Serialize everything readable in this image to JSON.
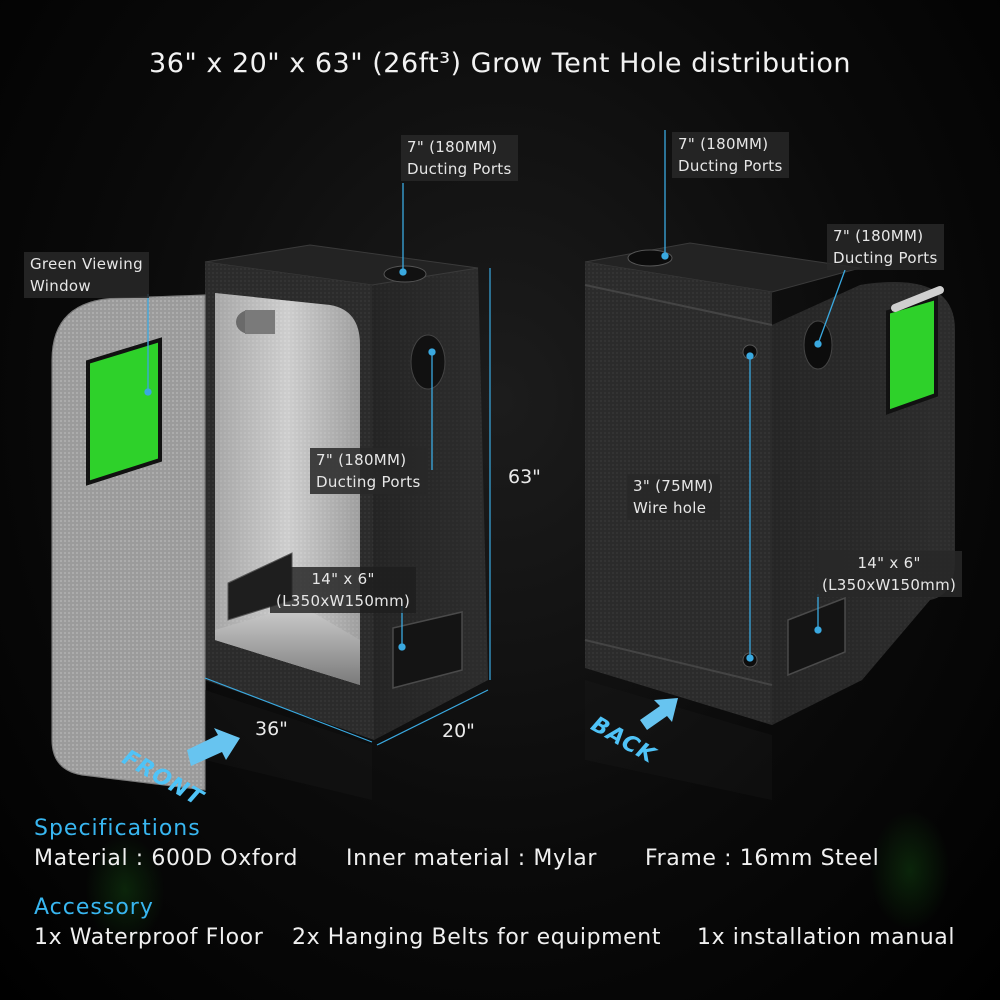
{
  "title": "36\" x 20\" x 63\" (26ft³) Grow Tent Hole distribution",
  "labels": {
    "front_top_port": [
      "7\" (180MM)",
      "Ducting Ports"
    ],
    "green_window": [
      "Green Viewing",
      "Window"
    ],
    "front_side_port": [
      "7\" (180MM)",
      "Ducting Ports"
    ],
    "front_vent": [
      "14\" x 6\"",
      "(L350xW150mm)"
    ],
    "back_top_port": [
      "7\" (180MM)",
      "Ducting Ports"
    ],
    "back_side_port": [
      "7\" (180MM)",
      "Ducting Ports"
    ],
    "wire_hole": [
      "3\" (75MM)",
      "Wire hole"
    ],
    "back_vent": [
      "14\" x 6\"",
      "(L350xW150mm)"
    ]
  },
  "dimensions": {
    "height": "63\"",
    "width": "36\"",
    "depth": "20\""
  },
  "faces": {
    "front": "FRONT",
    "back": "BACK"
  },
  "specifications": {
    "heading": "Specifications",
    "items": [
      "Material : 600D Oxford",
      "Inner material : Mylar",
      "Frame : 16mm Steel"
    ]
  },
  "accessory": {
    "heading": "Accessory",
    "items": [
      "1x Waterproof Floor",
      "2x  Hanging Belts for equipment",
      "1x installation manual"
    ]
  },
  "colors": {
    "accent": "#38b6f0",
    "window_green": "#2ed12a",
    "guide_line": "#3aa9e0"
  }
}
